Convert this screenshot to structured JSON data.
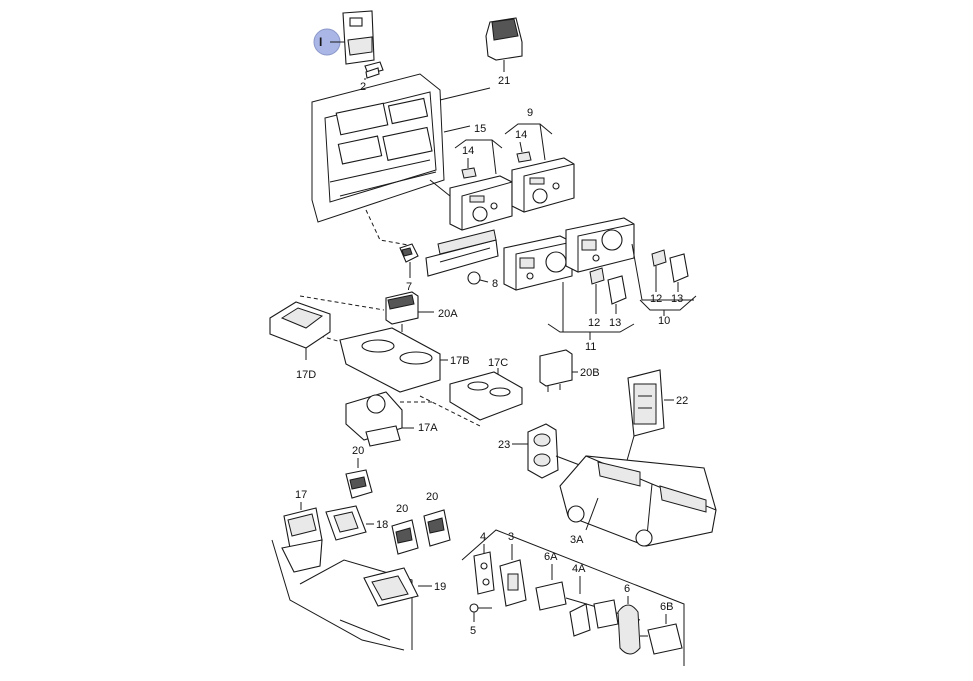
{
  "marker": {
    "label": "I",
    "color": "#a9b6e6"
  },
  "callouts": {
    "c2": "2",
    "c21": "21",
    "c15": "15",
    "c9": "9",
    "c14a": "14",
    "c14b": "14",
    "c7": "7",
    "c8": "8",
    "c12a": "12",
    "c13a": "13",
    "c10": "10",
    "c12b": "12",
    "c13b": "13",
    "c11": "11",
    "c20a": "20A",
    "c17d": "17D",
    "c17b": "17B",
    "c17c": "17C",
    "c20b": "20B",
    "c22": "22",
    "c17a": "17A",
    "c20a2": "20",
    "c23": "23",
    "c17": "17",
    "c18": "18",
    "c20b2": "20",
    "c20c": "20",
    "c3a": "3A",
    "c4": "4",
    "c3": "3",
    "c6a": "6A",
    "c4a": "4A",
    "c6": "6",
    "c6b": "6B",
    "c19": "19",
    "c5": "5"
  },
  "icons": [
    "electrical-parts-exploded-view"
  ]
}
